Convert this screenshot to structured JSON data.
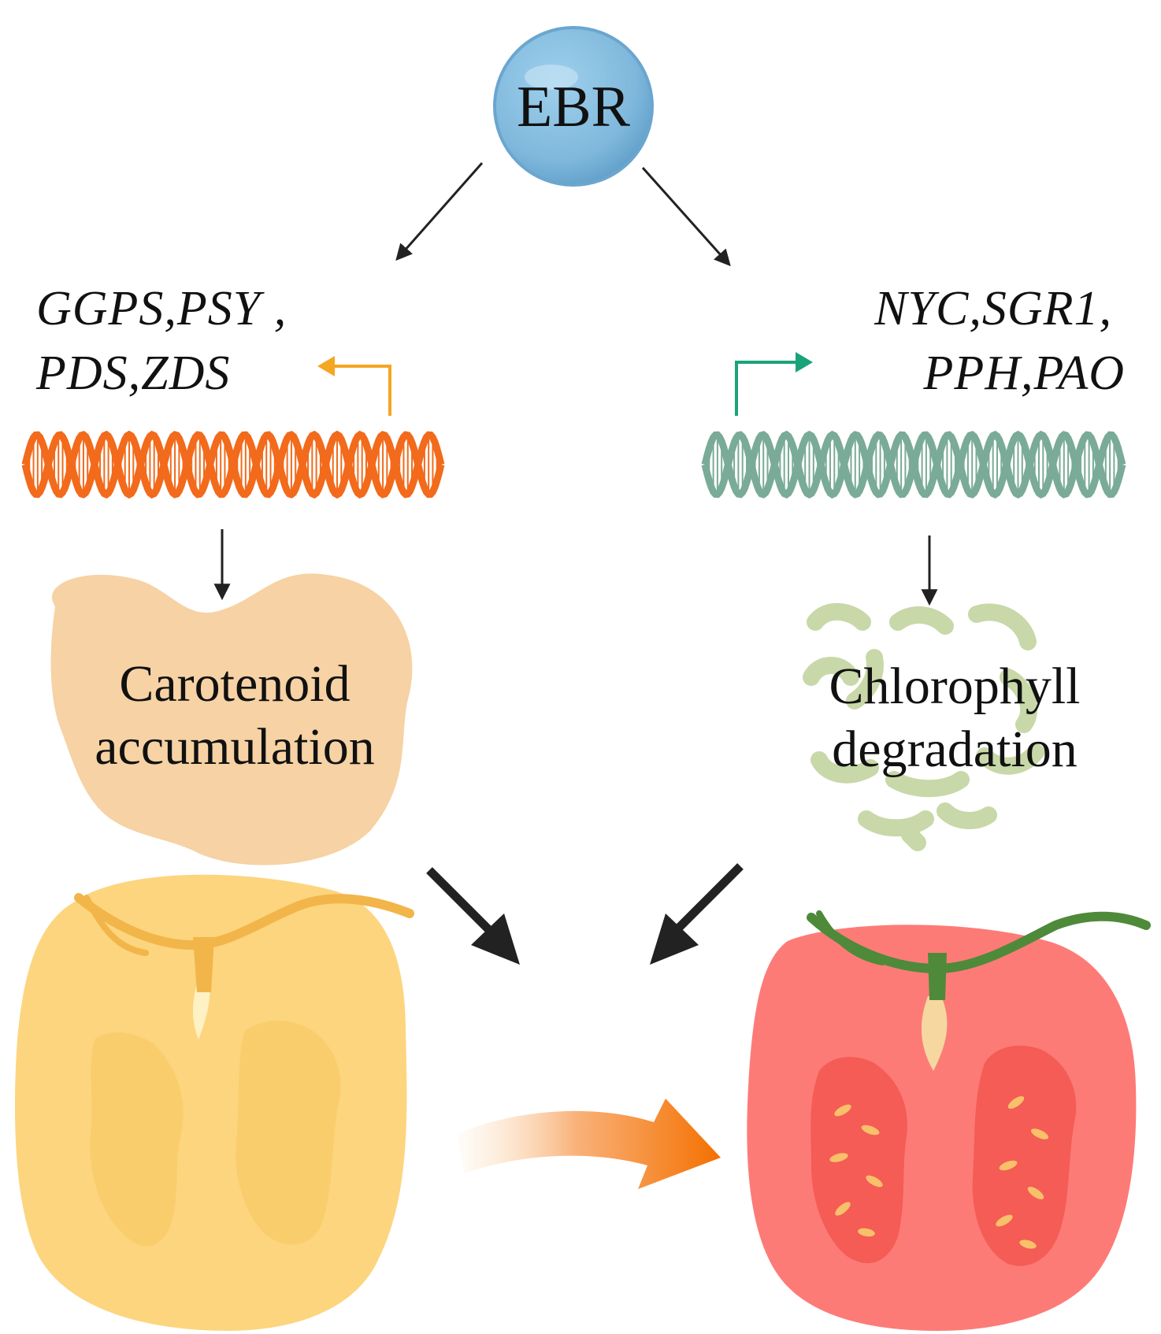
{
  "center_node": {
    "label": "EBR"
  },
  "left_branch": {
    "genes_line1": "GGPS,PSY ,",
    "genes_line2": "PDS,ZDS",
    "process_line1": "Carotenoid",
    "process_line2": "accumulation",
    "dna_color": "#f26a1b",
    "promoter_arrow_color": "#f5a623",
    "blob_color": "#f6d2a4"
  },
  "right_branch": {
    "genes_line1": "NYC,SGR1,",
    "genes_line2": "PPH,PAO",
    "process_line1": "Chlorophyll",
    "process_line2": "degradation",
    "dna_color": "#7aab98",
    "promoter_arrow_color": "#1aa37a",
    "fragment_color": "#c8d8a8"
  },
  "fruits": {
    "unripe_color": "#fcd57e",
    "ripe_color": "#fd7b77",
    "ripening_arrow_color": "#f47000"
  }
}
